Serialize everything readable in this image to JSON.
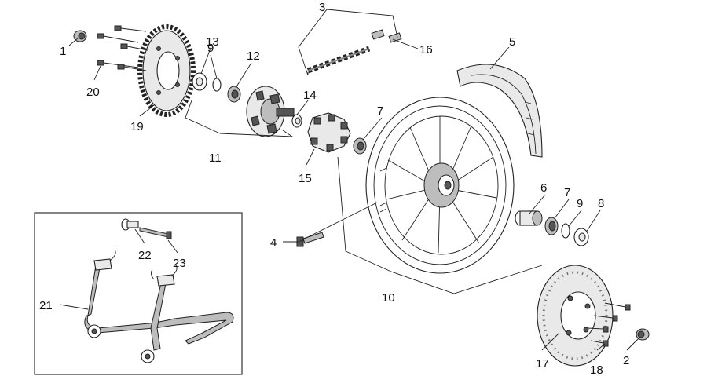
{
  "diagram": {
    "callouts": [
      "1",
      "2",
      "3",
      "4",
      "5",
      "6",
      "7",
      "7",
      "8",
      "9",
      "9",
      "10",
      "11",
      "12",
      "13",
      "14",
      "15",
      "16",
      "17",
      "18",
      "19",
      "20",
      "21",
      "22",
      "23"
    ]
  }
}
